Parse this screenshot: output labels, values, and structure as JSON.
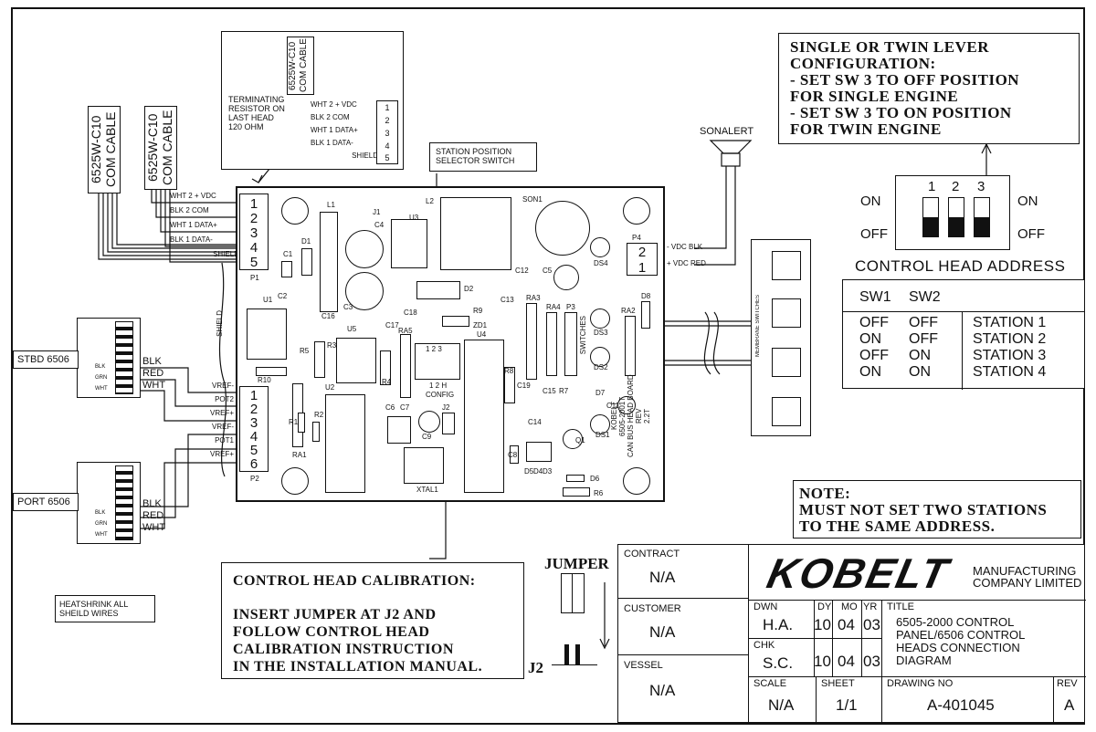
{
  "cables": {
    "left_a": "6525W-C10",
    "left_a2": "COM CABLE",
    "left_b": "6525W-C10",
    "left_b2": "COM CABLE",
    "top": "6525W-C10",
    "top2": "COM CABLE"
  },
  "terminating": [
    "TERMINATING",
    "RESISTOR ON",
    "LAST HEAD",
    "120 OHM"
  ],
  "top_wires": [
    "WHT 2 + VDC",
    "BLK 2 COM",
    "WHT 1 DATA+",
    "BLK 1 DATA-",
    "SHIELD"
  ],
  "p1_wires": [
    "WHT 2 + VDC",
    "BLK 2 COM",
    "WHT 1 DATA+",
    "BLK 1 DATA-",
    "SHIELD"
  ],
  "pins_1_5": [
    "1",
    "2",
    "3",
    "4",
    "5"
  ],
  "pins_1_6": [
    "1",
    "2",
    "3",
    "4",
    "5",
    "6"
  ],
  "p1_label": "P1",
  "p2_label": "P2",
  "p4_label": "P4",
  "p4_pins": [
    "2",
    "1"
  ],
  "p4_wires": [
    "- VDC BLK",
    "+ VDC RED"
  ],
  "station_switch": [
    "STATION POSITION",
    "SELECTOR SWITCH"
  ],
  "sonalert": "SONALERT",
  "shield_label": "SHIELD",
  "stbd": {
    "label": "STBD 6506",
    "wires": [
      "BLK",
      "RED",
      "WHT"
    ],
    "small": [
      "BLK",
      "GRN",
      "WHT"
    ]
  },
  "port": {
    "label": "PORT 6506",
    "wires": [
      "BLK",
      "RED",
      "WHT"
    ],
    "small": [
      "BLK",
      "GRN",
      "WHT"
    ]
  },
  "p2_wires": [
    "VREF-",
    "POT2",
    "VREF+",
    "VREF-",
    "POT1",
    "VREF+"
  ],
  "heatshrink": [
    "HEATSHRINK ALL",
    "SHEILD WIRES"
  ],
  "board": {
    "components": [
      "L1",
      "J1",
      "L2",
      "SON1",
      "C4",
      "U3",
      "D1",
      "C1",
      "C5",
      "DS4",
      "C12",
      "C13",
      "D2",
      "RA3",
      "RA4",
      "P3",
      "C2",
      "C3",
      "C16",
      "C17",
      "C18",
      "R9",
      "ZD1",
      "RA2",
      "D8",
      "U1",
      "U5",
      "RA5",
      "DS3",
      "R5",
      "R3",
      "R4",
      "U4",
      "R8",
      "DS2",
      "R10",
      "U2",
      "C6",
      "C7",
      "J2",
      "C19",
      "C15",
      "R7",
      "D7",
      "C11",
      "R1",
      "R2",
      "C9",
      "C14",
      "DS1",
      "Q1",
      "RA1",
      "C8",
      "D5",
      "D4",
      "D3",
      "XTAL1",
      "D6",
      "R6"
    ],
    "switches_label": "SWITCHES",
    "config_label": "1 2 H",
    "config": "CONFIG",
    "board_text": [
      "KOBELT",
      "6505-2001T",
      "CAN BUS HEAD BOARD REV",
      "2.2T"
    ],
    "dip_numbers": "1 2 3"
  },
  "membrane_label": "MEMBRANE SWITCHES",
  "config_note": [
    "SINGLE OR TWIN LEVER",
    "CONFIGURATION:",
    "- SET SW 3 TO OFF POSITION",
    "FOR SINGLE ENGINE",
    "- SET SW 3 TO ON POSITION",
    "FOR TWIN ENGINE"
  ],
  "dip": {
    "numbers": [
      "1",
      "2",
      "3"
    ],
    "on": "ON",
    "off": "OFF",
    "on_right": "ON",
    "off_right": "OFF",
    "title": "CONTROL HEAD ADDRESS"
  },
  "address_table": {
    "headers": [
      "SW1",
      "SW2"
    ],
    "sw1": [
      "OFF",
      "ON",
      "OFF",
      "ON"
    ],
    "sw2": [
      "OFF",
      "OFF",
      "ON",
      "ON"
    ],
    "stations": [
      "STATION 1",
      "STATION 2",
      "STATION 3",
      "STATION 4"
    ]
  },
  "note": [
    "NOTE:",
    "MUST NOT SET TWO STATIONS",
    "TO THE SAME ADDRESS."
  ],
  "calibration": [
    "CONTROL HEAD CALIBRATION:",
    "INSERT JUMPER AT J2 AND",
    "FOLLOW CONTROL HEAD",
    "CALIBRATION INSTRUCTION",
    "IN THE INSTALLATION MANUAL."
  ],
  "jumper_label": "JUMPER",
  "j2_label": "J2",
  "title_block": {
    "contract_label": "CONTRACT",
    "contract_value": "N/A",
    "customer_label": "CUSTOMER",
    "customer_value": "N/A",
    "vessel_label": "VESSEL",
    "vessel_value": "N/A",
    "logo": "KOBELT",
    "company": [
      "MANUFACTURING",
      "COMPANY LIMITED"
    ],
    "dwn_label": "DWN",
    "dwn_value": "H.A.",
    "chk_label": "CHK",
    "chk_value": "S.C.",
    "date_headers": [
      "DY",
      "MO",
      "YR"
    ],
    "dwn_date": [
      "10",
      "04",
      "03"
    ],
    "chk_date": [
      "10",
      "04",
      "03"
    ],
    "title_label": "TITLE",
    "title_lines": [
      "6505-2000 CONTROL",
      "PANEL/6506 CONTROL",
      "HEADS CONNECTION",
      "DIAGRAM"
    ],
    "scale_label": "SCALE",
    "scale_value": "N/A",
    "sheet_label": "SHEET",
    "sheet_value": "1/1",
    "drawing_label": "DRAWING NO",
    "drawing_value": "A-401045",
    "rev_label": "REV",
    "rev_value": "A"
  }
}
